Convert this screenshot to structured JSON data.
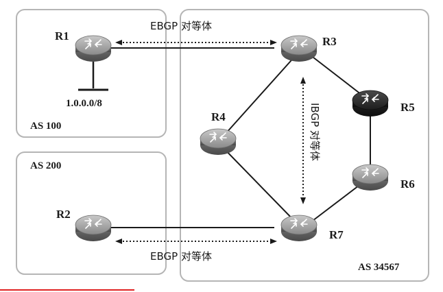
{
  "routers": {
    "r1": "R1",
    "r2": "R2",
    "r3": "R3",
    "r4": "R4",
    "r5": "R5",
    "r6": "R6",
    "r7": "R7"
  },
  "areas": {
    "as100": "AS 100",
    "as200": "AS 200",
    "as34567": "AS 34567"
  },
  "network": "1.0.0.0/8",
  "peerings": {
    "ebgp_top": "EBGP 对等体",
    "ebgp_bottom": "EBGP 对等体",
    "ibgp": "IBGP 对等体"
  },
  "colors": {
    "router_gray": "#8f8f8f",
    "router_dark": "#3a3a3a",
    "box_border": "#b5b5b5",
    "underline": "#e02020"
  }
}
